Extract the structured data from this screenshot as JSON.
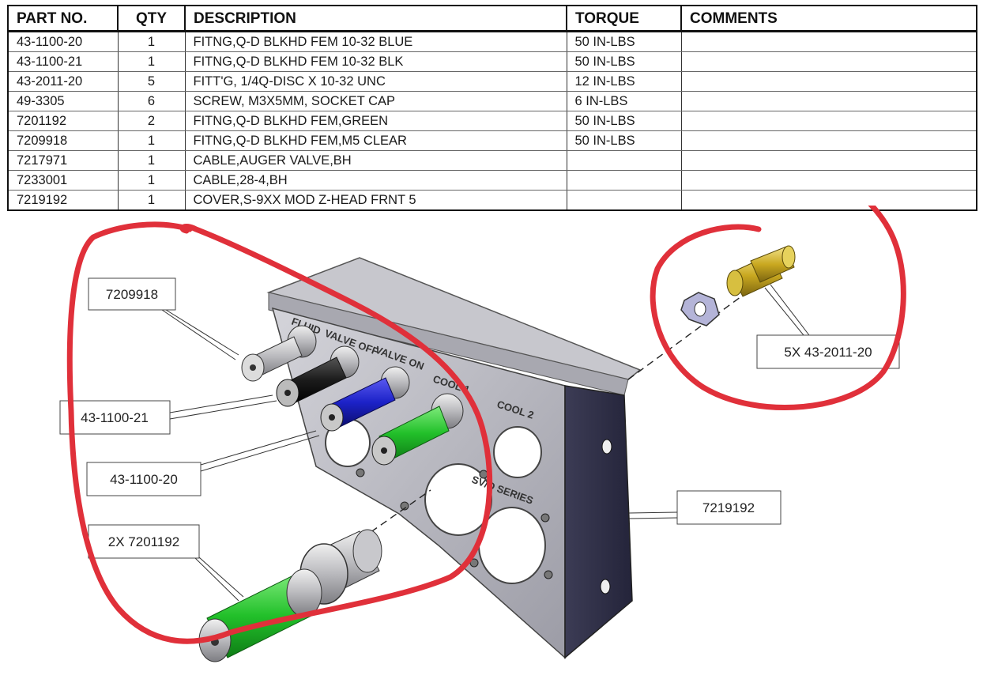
{
  "bom": {
    "headers": {
      "part_no": "PART NO.",
      "qty": "QTY",
      "description": "DESCRIPTION",
      "torque": "TORQUE",
      "comments": "COMMENTS"
    },
    "rows": [
      {
        "part_no": "43-1100-20",
        "qty": "1",
        "description": "FITNG,Q-D BLKHD FEM 10-32 BLUE",
        "torque": "50 IN-LBS",
        "comments": ""
      },
      {
        "part_no": "43-1100-21",
        "qty": "1",
        "description": "FITNG,Q-D BLKHD FEM 10-32 BLK",
        "torque": "50 IN-LBS",
        "comments": ""
      },
      {
        "part_no": "43-2011-20",
        "qty": "5",
        "description": "FITT'G, 1/4Q-DISC X 10-32 UNC",
        "torque": "12 IN-LBS",
        "comments": ""
      },
      {
        "part_no": "49-3305",
        "qty": "6",
        "description": "SCREW, M3X5MM, SOCKET CAP",
        "torque": "6 IN-LBS",
        "comments": ""
      },
      {
        "part_no": "7201192",
        "qty": "2",
        "description": "FITNG,Q-D BLKHD FEM,GREEN",
        "torque": "50 IN-LBS",
        "comments": ""
      },
      {
        "part_no": "7209918",
        "qty": "1",
        "description": "FITNG,Q-D BLKHD FEM,M5 CLEAR",
        "torque": "50 IN-LBS",
        "comments": ""
      },
      {
        "part_no": "7217971",
        "qty": "1",
        "description": "CABLE,AUGER VALVE,BH",
        "torque": "",
        "comments": ""
      },
      {
        "part_no": "7233001",
        "qty": "1",
        "description": "CABLE,28-4,BH",
        "torque": "",
        "comments": ""
      },
      {
        "part_no": "7219192",
        "qty": "1",
        "description": "COVER,S-9XX MOD Z-HEAD FRNT 5",
        "torque": "",
        "comments": ""
      }
    ]
  },
  "callouts": {
    "c7209918": "7209918",
    "c431100_21": "43-1100-21",
    "c431100_20": "43-1100-20",
    "c2x7201192": "2X 7201192",
    "c7219192": "7219192",
    "c5x43201120": "5X 43-2011-20"
  },
  "plate_labels": {
    "fluid": "FLUID",
    "valve_off": "VALVE OFF",
    "valve_on": "VALVE ON",
    "cool1": "COOL 1",
    "cool2": "COOL 2",
    "series": "SV/D SERIES"
  },
  "colors": {
    "annotation_red": "#e0303a",
    "fitting_green": "#22c02a",
    "fitting_blue": "#1c22c8",
    "fitting_black": "#1b1b1b",
    "brass": "#c9a820",
    "plate_grey": "#b7b7bf"
  }
}
